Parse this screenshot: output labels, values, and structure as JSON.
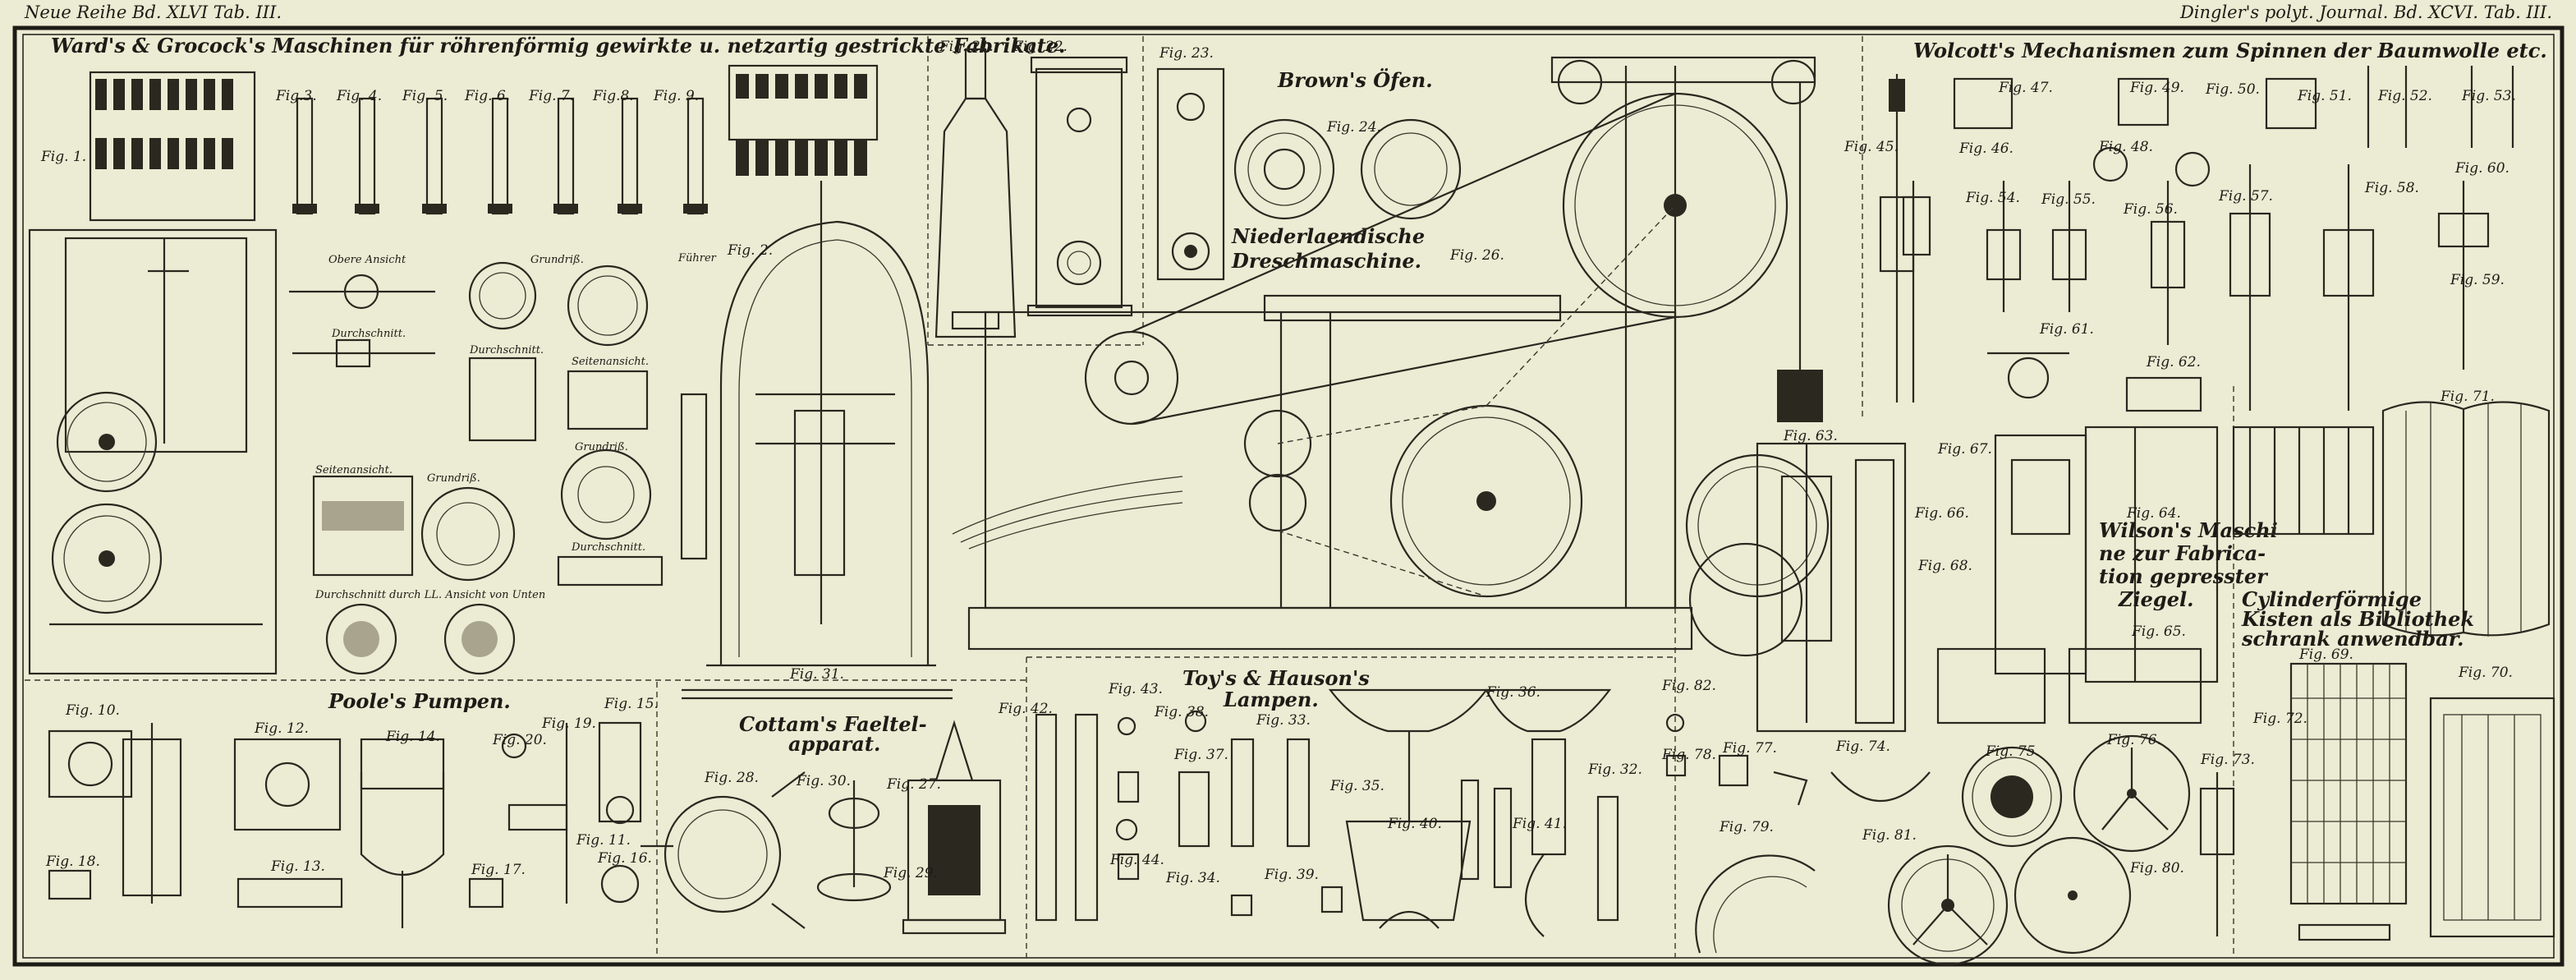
{
  "header": {
    "left": "Neue Reihe Bd. XLVI Tab. III.",
    "right": "Dingler's polyt. Journal. Bd. XCVI. Tab. III."
  },
  "titles": {
    "ward": "Ward's & Grocock's Maschinen für röhrenförmig gewirkte u. netzartig gestrickte Fabrikate.",
    "brown": "Brown's Öfen.",
    "niederlaendisch_1": "Niederlaendische",
    "niederlaendisch_2": "Dreschmaschine.",
    "wolcott": "Wolcott's Mechanismen zum Spinnen der Baumwolle etc.",
    "poole": "Poole's Pumpen.",
    "cottam_1": "Cottam's Faeltel-",
    "cottam_2": "apparat.",
    "toy_1": "Toy's & Hauson's",
    "toy_2": "Lampen.",
    "wilson_1": "Wilson's Maschi",
    "wilson_2": "ne zur Fabrica-",
    "wilson_3": "tion gepresster",
    "wilson_4": "Ziegel.",
    "cyl_1": "Cylinderförmige",
    "cyl_2": "Kisten als Bibliothek",
    "cyl_3": "schrank anwendbar."
  },
  "captions": {
    "obere": "Obere Ansicht",
    "grundriss1": "Grundriß.",
    "durchschnitt1": "Durchschnitt.",
    "durchschnitt2": "Durchschnitt.",
    "seitenansicht1": "Seitenansicht.",
    "grundriss2": "Grundriß.",
    "seitenansicht2": "Seitenansicht.",
    "grundriss3": "Grundriß.",
    "durchschnitt3": "Durchschnitt.",
    "unten": "Durchschnitt durch LL. Ansicht von Unten",
    "fuehrer": "Führer"
  },
  "figures": {
    "f1": "Fig. 1.",
    "f2": "Fig. 2.",
    "f3": "Fig.3.",
    "f4": "Fig. 4.",
    "f5": "Fig. 5.",
    "f6": "Fig. 6.",
    "f7": "Fig. 7.",
    "f8": "Fig.8.",
    "f9": "Fig. 9.",
    "f10": "Fig. 10.",
    "f11": "Fig. 11.",
    "f12": "Fig. 12.",
    "f13": "Fig. 13.",
    "f14": "Fig. 14.",
    "f15": "Fig. 15.",
    "f16": "Fig. 16.",
    "f17": "Fig. 17.",
    "f18": "Fig. 18.",
    "f19": "Fig. 19.",
    "f20": "Fig. 20.",
    "f21": "Fig. 21.",
    "f22": "Fig. 22.",
    "f23": "Fig. 23.",
    "f24": "Fig. 24.",
    "f26": "Fig. 26.",
    "f27": "Fig. 27.",
    "f28": "Fig. 28.",
    "f29": "Fig. 29.",
    "f30": "Fig. 30.",
    "f31": "Fig. 31.",
    "f32": "Fig. 32.",
    "f33": "Fig. 33.",
    "f34": "Fig. 34.",
    "f35": "Fig. 35.",
    "f36": "Fig. 36.",
    "f37": "Fig. 37.",
    "f38": "Fig. 38.",
    "f39": "Fig. 39.",
    "f40": "Fig. 40.",
    "f41": "Fig. 41.",
    "f42": "Fig. 42.",
    "f43": "Fig. 43.",
    "f44": "Fig. 44.",
    "f45": "Fig. 45.",
    "f46": "Fig. 46.",
    "f47": "Fig. 47.",
    "f48": "Fig. 48.",
    "f49": "Fig. 49.",
    "f50": "Fig. 50.",
    "f51": "Fig. 51.",
    "f52": "Fig. 52.",
    "f53": "Fig. 53.",
    "f54": "Fig. 54.",
    "f55": "Fig. 55.",
    "f56": "Fig. 56.",
    "f57": "Fig. 57.",
    "f58": "Fig. 58.",
    "f59": "Fig. 59.",
    "f60": "Fig. 60.",
    "f61": "Fig. 61.",
    "f62": "Fig. 62.",
    "f63": "Fig. 63.",
    "f64": "Fig. 64.",
    "f65": "Fig. 65.",
    "f66": "Fig. 66.",
    "f67": "Fig. 67.",
    "f68": "Fig. 68.",
    "f69": "Fig. 69.",
    "f70": "Fig. 70.",
    "f71": "Fig. 71.",
    "f72": "Fig. 72.",
    "f73": "Fig. 73.",
    "f74": "Fig. 74.",
    "f75": "Fig. 75.",
    "f76": "Fig. 76.",
    "f77": "Fig. 77.",
    "f78": "Fig. 78.",
    "f79": "Fig. 79.",
    "f80": "Fig. 80.",
    "f81": "Fig. 81.",
    "f82": "Fig. 82."
  }
}
